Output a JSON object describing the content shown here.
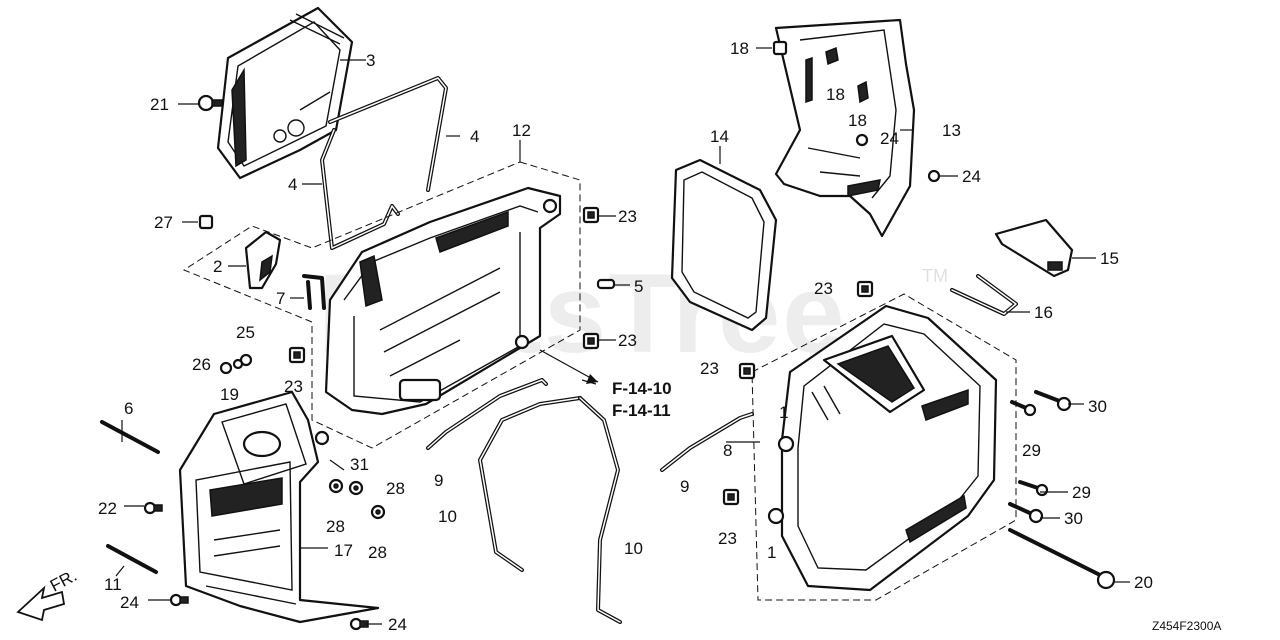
{
  "watermark": {
    "text": "PartsTree",
    "trademark": "TM"
  },
  "diagram_code": "Z454F2300A",
  "front_label": "FR.",
  "references": [
    "F-14-10",
    "F-14-11"
  ],
  "callouts": {
    "c3": "3",
    "c21": "21",
    "c4a": "4",
    "c4b": "4",
    "c12": "12",
    "c27": "27",
    "c2": "2",
    "c7": "7",
    "c23a": "23",
    "c5": "5",
    "c23b": "23",
    "c25": "25",
    "c26": "26",
    "c19": "19",
    "c23c": "23",
    "c6": "6",
    "c22": "22",
    "c31": "31",
    "c28a": "28",
    "c28b": "28",
    "c28c": "28",
    "c9a": "9",
    "c10a": "10",
    "c10b": "10",
    "c17": "17",
    "c11": "11",
    "c24a": "24",
    "c24b": "24",
    "c18a": "18",
    "c18b": "18",
    "c18c": "18",
    "c13": "13",
    "c24c": "24",
    "c24d": "24",
    "c14": "14",
    "c15": "15",
    "c23d": "23",
    "c16": "16",
    "c23e": "23",
    "c1a": "1",
    "c8": "8",
    "c9b": "9",
    "c30a": "30",
    "c29a": "29",
    "c29b": "29",
    "c30b": "30",
    "c23f": "23",
    "c1b": "1",
    "c20": "20"
  }
}
